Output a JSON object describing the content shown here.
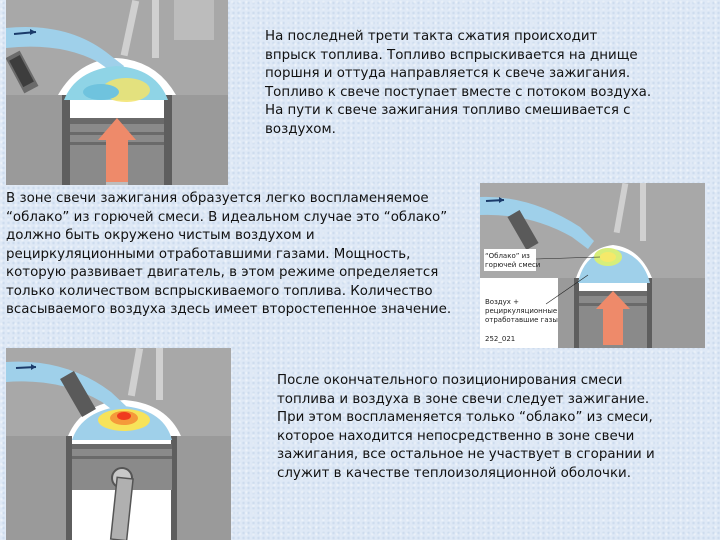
{
  "paragraphs": {
    "compression": "На последней трети такта сжатия происходит\nвпрыск топлива. Топливо вспрыскивается на днище\nпоршня и оттуда направляется к свече зажигания.\nТопливо к свече поступает вместе с потоком воздуха.\nНа пути к свече зажигания топливо смешивается с\nвоздухом.",
    "cloud": "В зоне свечи зажигания образуется легко воспламеняемое\n“облако” из горючей смеси. В идеальном случае это “облако”\nдолжно быть окружено чистым воздухом и\nрециркуляционными отработавшими газами. Мощность,\nкоторую развивает двигатель, в этом режиме определяется\nтолько количеством вспрыскиваемого топлива. Количество\nвсасываемого воздуха здесь имеет второстепенное значение.",
    "ignition": "После окончательного позиционирования смеси\nтоплива и воздуха в зоне свечи следует зажигание.\nПри этом воспламеняется только “облако” из смеси,\nкоторое находится непосредственно в зоне свечи\nзажигания, все остальное не участвует в сгорании и\nслужит в качестве теплоизоляционной оболочки."
  },
  "figure2": {
    "label_cloud": [
      "“Облако” из",
      "горючей смеси"
    ],
    "label_air": [
      "Воздух +",
      "рециркуляционные",
      "отработавшие газы"
    ],
    "code": "252_021"
  },
  "colors": {
    "air": "#9fd0ea",
    "metal": "#9a9a9a",
    "mixture": "#8fd4e6",
    "piston_arrow": "#ee8a6a",
    "flame": "#f03a1e"
  }
}
